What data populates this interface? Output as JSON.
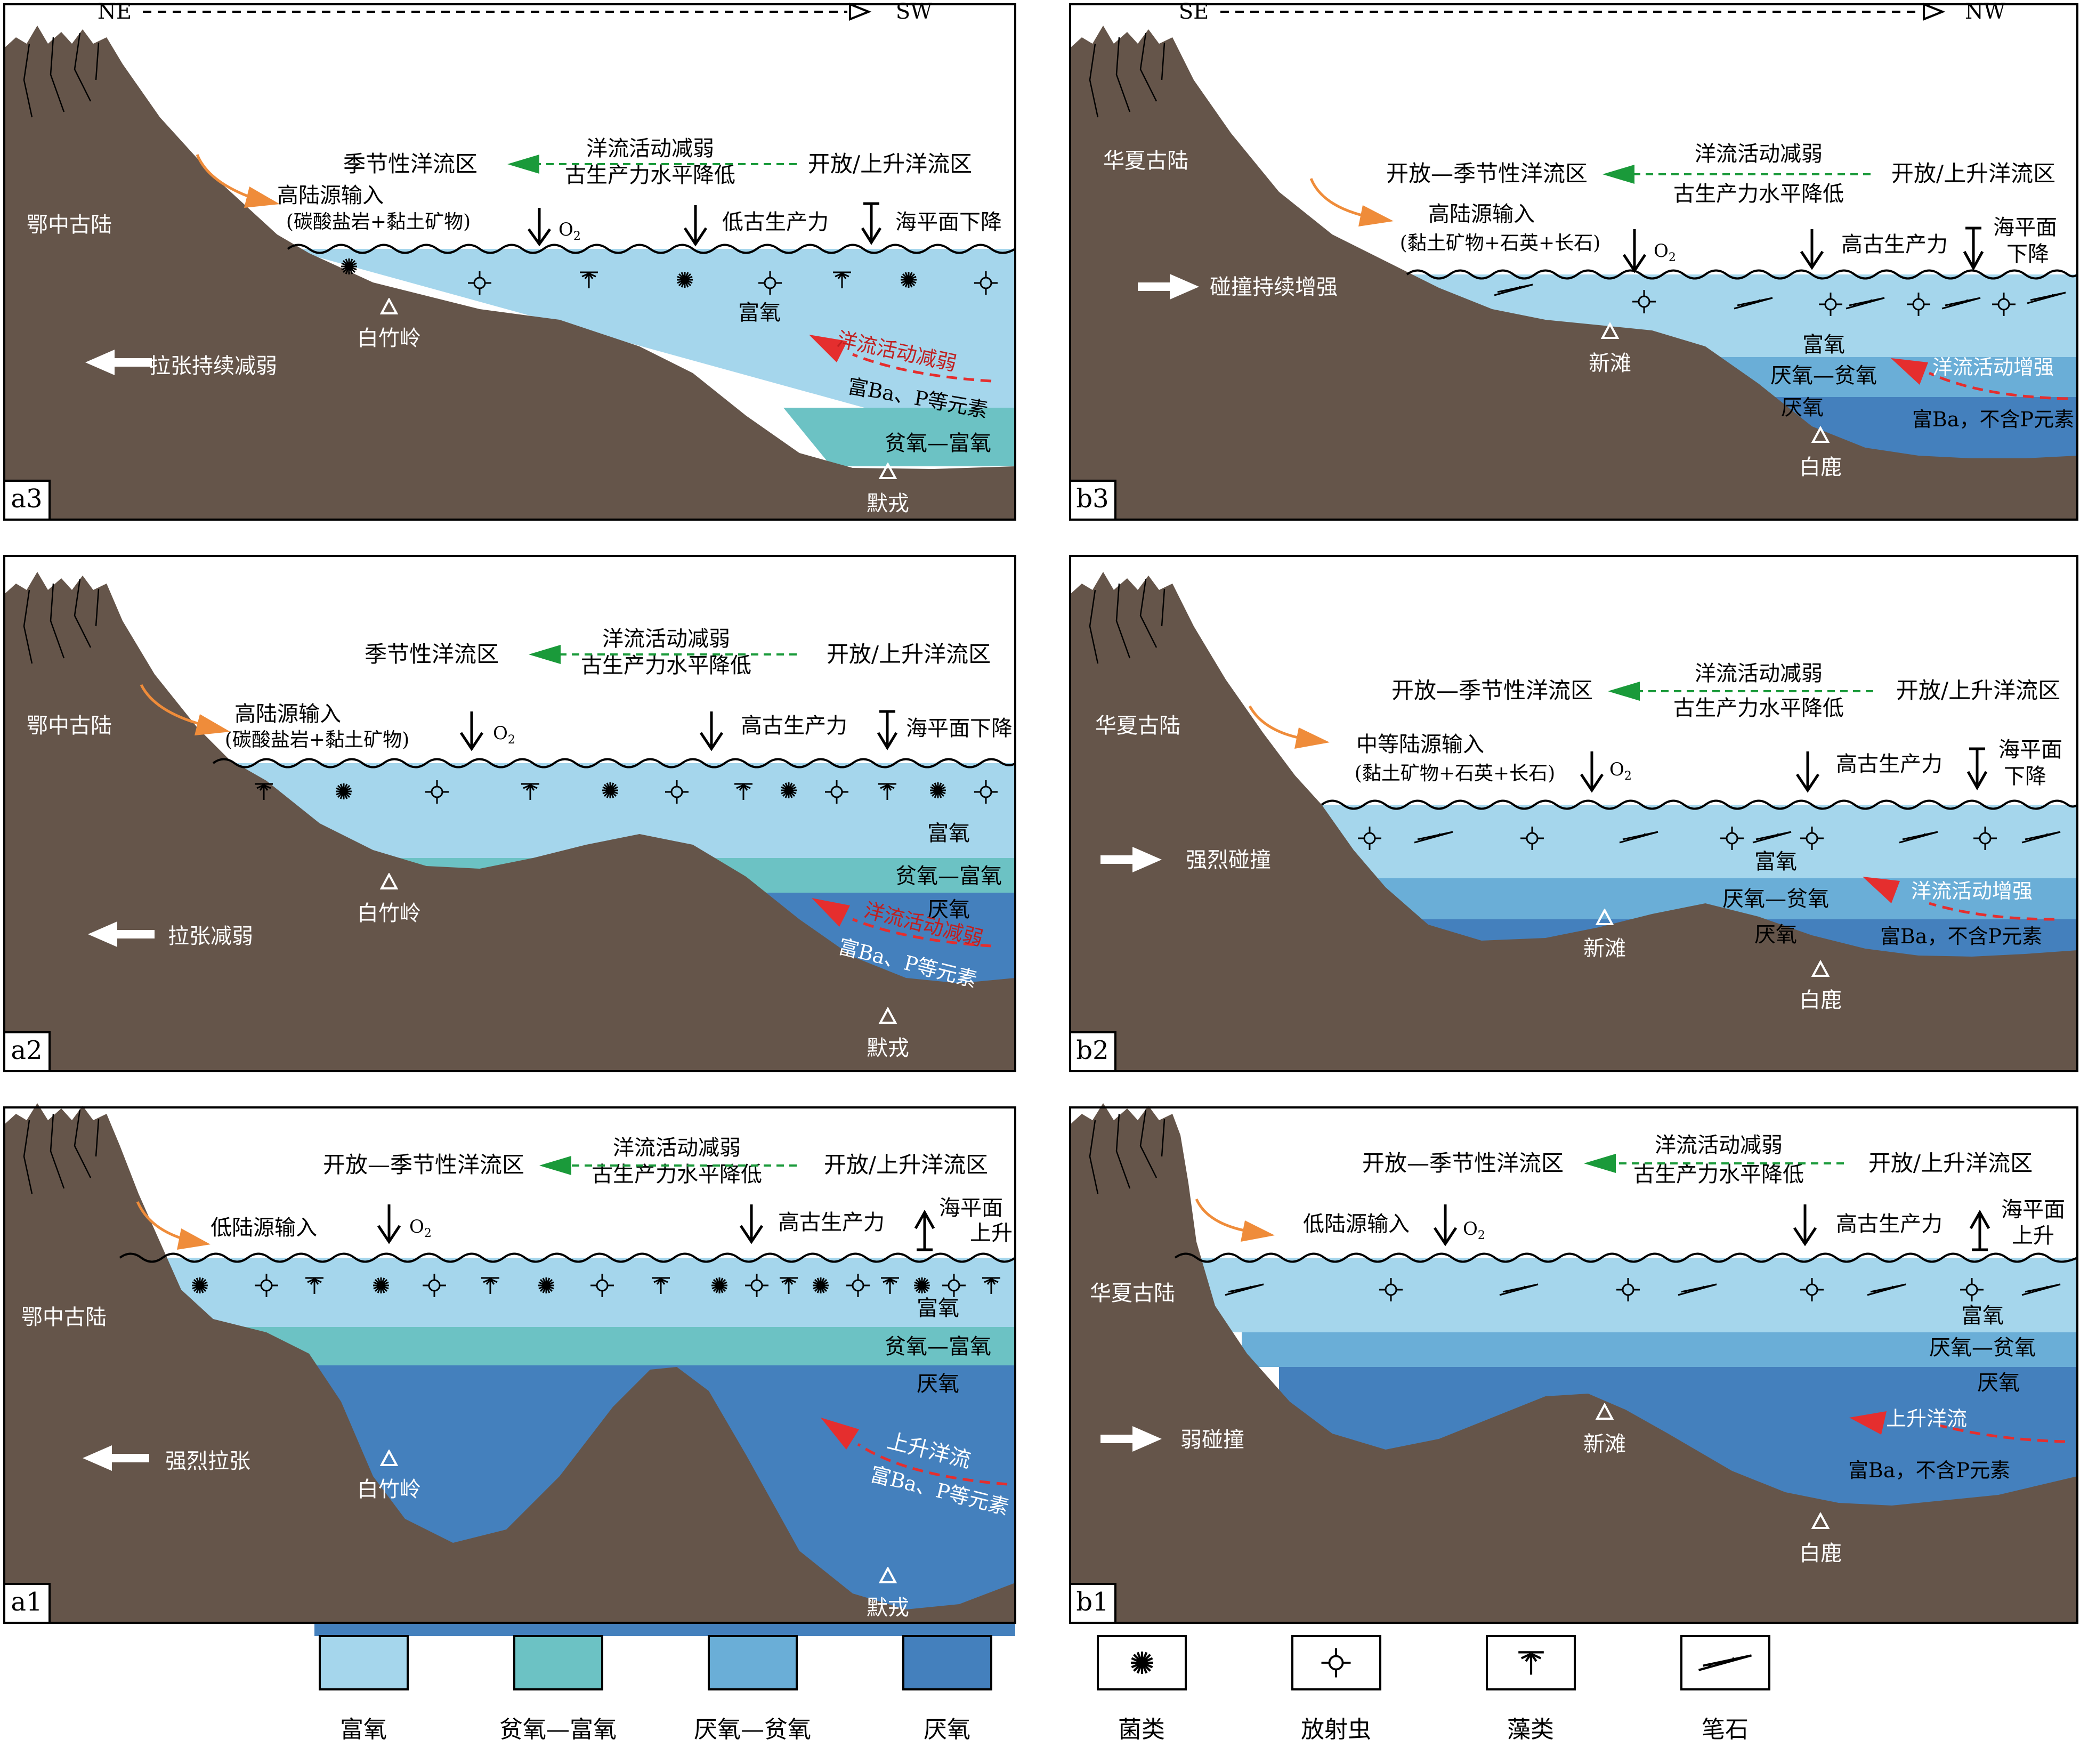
{
  "orientation": {
    "a": {
      "left": "NE",
      "right": "SW"
    },
    "b": {
      "left": "SE",
      "right": "NW"
    }
  },
  "colors": {
    "land": "#65554a",
    "oxic": "#a5d6ec",
    "suboxic": "#6cc2c4",
    "dysoxic": "#6aaed7",
    "anoxic": "#4480bd",
    "green_arrow": "#1a9a3a",
    "red_arrow": "#e52e2e",
    "orange_arrow": "#ef8c3a"
  },
  "common": {
    "current_weaken": "洋流活动减弱",
    "prod_decrease": "古生产力水平降低",
    "open_upwelling": "开放/上升洋流区",
    "o2": "O",
    "o2_sub": "2"
  },
  "panels": {
    "a3": {
      "label": "a3",
      "continent": "鄂中古陆",
      "tectonic": "拉张持续减弱",
      "zone_left": "季节性洋流区",
      "input": "高陆源输入",
      "input_detail": "(碳酸盐岩+黏土矿物)",
      "productivity": "低古生产力",
      "sealevel": "海平面下降",
      "red_label": "洋流活动减弱",
      "elements": "富Ba、P等元素",
      "layer1": "富氧",
      "layer2": "贫氧—富氧",
      "site1": "白竹岭",
      "site2": "默戎"
    },
    "a2": {
      "label": "a2",
      "continent": "鄂中古陆",
      "tectonic": "拉张减弱",
      "zone_left": "季节性洋流区",
      "input": "高陆源输入",
      "input_detail": "(碳酸盐岩+黏土矿物)",
      "productivity": "高古生产力",
      "sealevel": "海平面下降",
      "red_label": "洋流活动减弱",
      "elements": "富Ba、P等元素",
      "layer1": "富氧",
      "layer2": "贫氧—富氧",
      "layer3": "厌氧",
      "site1": "白竹岭",
      "site2": "默戎"
    },
    "a1": {
      "label": "a1",
      "continent": "鄂中古陆",
      "tectonic": "强烈拉张",
      "zone_left": "开放—季节性洋流区",
      "input": "低陆源输入",
      "productivity": "高古生产力",
      "sealevel_1": "海平面",
      "sealevel_2": "上升",
      "red_label": "上升洋流",
      "elements": "富Ba、P等元素",
      "layer1": "富氧",
      "layer2": "贫氧—富氧",
      "layer3": "厌氧",
      "site1": "白竹岭",
      "site2": "默戎"
    },
    "b3": {
      "label": "b3",
      "continent": "华夏古陆",
      "tectonic": "碰撞持续增强",
      "zone_left": "开放—季节性洋流区",
      "input": "高陆源输入",
      "input_detail": "(黏土矿物+石英+长石)",
      "productivity": "高古生产力",
      "sealevel_1": "海平面",
      "sealevel_2": "下降",
      "red_label": "洋流活动增强",
      "elements": "富Ba，不含P元素",
      "layer1": "富氧",
      "layer2": "厌氧—贫氧",
      "layer3": "厌氧",
      "site1": "新滩",
      "site2": "白鹿"
    },
    "b2": {
      "label": "b2",
      "continent": "华夏古陆",
      "tectonic": "强烈碰撞",
      "zone_left": "开放—季节性洋流区",
      "input": "中等陆源输入",
      "input_detail": "(黏土矿物+石英+长石)",
      "productivity": "高古生产力",
      "sealevel_1": "海平面",
      "sealevel_2": "下降",
      "red_label": "洋流活动增强",
      "elements": "富Ba，不含P元素",
      "layer1": "富氧",
      "layer2": "厌氧—贫氧",
      "layer3": "厌氧",
      "site1": "新滩",
      "site2": "白鹿"
    },
    "b1": {
      "label": "b1",
      "continent": "华夏古陆",
      "tectonic": "弱碰撞",
      "zone_left": "开放—季节性洋流区",
      "input": "低陆源输入",
      "productivity": "高古生产力",
      "sealevel_1": "海平面",
      "sealevel_2": "上升",
      "red_label": "上升洋流",
      "elements": "富Ba，不含P元素",
      "layer1": "富氧",
      "layer2": "厌氧—贫氧",
      "layer3": "厌氧",
      "site1": "新滩",
      "site2": "白鹿"
    }
  },
  "legend": [
    {
      "kind": "swatch",
      "color": "#a5d6ec",
      "label": "富氧"
    },
    {
      "kind": "swatch",
      "color": "#6cc2c4",
      "label": "贫氧—富氧"
    },
    {
      "kind": "swatch",
      "color": "#6aaed7",
      "label": "厌氧—贫氧"
    },
    {
      "kind": "swatch",
      "color": "#4480bd",
      "label": "厌氧"
    },
    {
      "kind": "icon",
      "icon": "fungi-icon",
      "label": "菌类"
    },
    {
      "kind": "icon",
      "icon": "radiolarian-icon",
      "label": "放射虫"
    },
    {
      "kind": "icon",
      "icon": "algae-icon",
      "label": "藻类"
    },
    {
      "kind": "icon",
      "icon": "graptolite-icon",
      "label": "笔石"
    }
  ]
}
